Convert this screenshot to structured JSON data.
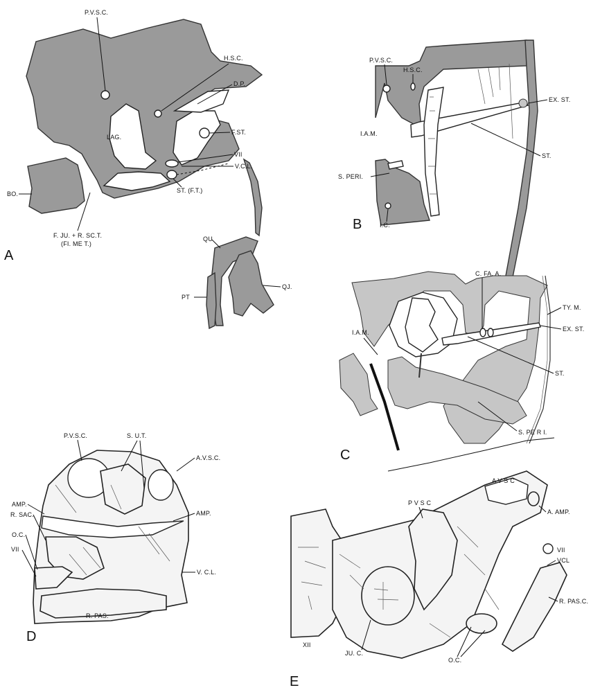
{
  "panels": {
    "A": {
      "letter": "A",
      "labels": {
        "pvsc": "P.V.S.C.",
        "hsc": "H.S.C.",
        "dp": "D.P.",
        "lag": "LAG.",
        "fst": "F.ST.",
        "vii": "VII",
        "vcl": "V.C.L.",
        "stft": "ST. (F.T.)",
        "bo": "BO.",
        "fju": "F. JU. + R. SC.T.",
        "fimet": "(FI. ME T.)",
        "qu": "QU",
        "qj": "QJ.",
        "pt": "PT"
      }
    },
    "B": {
      "letter": "B",
      "labels": {
        "pvsc": "P.V.S.C.",
        "hsc": "H.S.C.",
        "exst": "EX. ST.",
        "iam": "I.A.M.",
        "st": "ST.",
        "speri": "S. PERI.",
        "ic": "I.C."
      }
    },
    "C": {
      "letter": "C",
      "labels": {
        "cfaa": "C. FA. A.",
        "tym": "TY. M.",
        "exst": "EX. ST.",
        "iam": "I.A.M.",
        "st": "ST.",
        "speri": "S. PE R I."
      }
    },
    "D": {
      "letter": "D",
      "labels": {
        "pvsc": "P.V.S.C.",
        "sut": "S. U.T.",
        "avsc": "A.V.S.C.",
        "amp_left": "AMP.",
        "amp_right": "AMP.",
        "rsac": "R. SAC.",
        "oc": "O.C.",
        "vii": "VII",
        "vcl": "V. C.L.",
        "rpas": "R. PAS."
      }
    },
    "E": {
      "letter": "E",
      "labels": {
        "pvsc": "P V S C",
        "avsc": "A V S C",
        "aamp": "A. AMP.",
        "vii": "VII",
        "vcl": "VCL",
        "rpasc": "R. PAS.C.",
        "xii": "XII",
        "juc": "JU. C.",
        "oc": "O.C."
      }
    }
  },
  "colors": {
    "tissue_gray": "#9a9a9a",
    "stipple": "#c6c6c6",
    "ink": "#111111",
    "paper": "#ffffff"
  }
}
